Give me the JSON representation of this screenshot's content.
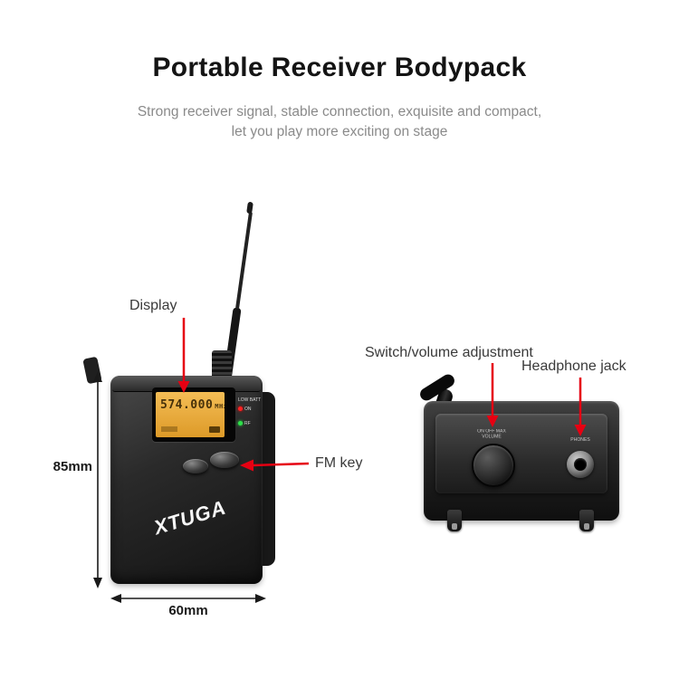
{
  "header": {
    "title": "Portable Receiver Bodypack",
    "subtitle_line1": "Strong receiver signal, stable connection, exquisite and compact,",
    "subtitle_line2": "let you play more exciting on stage"
  },
  "annotations": {
    "display_label": "Display",
    "fm_key_label": "FM key",
    "switch_volume_label": "Switch/volume adjustment",
    "headphone_jack_label": "Headphone jack"
  },
  "dimensions": {
    "height_label": "85mm",
    "width_label": "60mm"
  },
  "front_device": {
    "brand": "XTUGA",
    "lcd_frequency": "574.000",
    "lcd_unit": "MHz",
    "low_batt_label": "LOW BATT",
    "on_label": "ON",
    "rf_label": "RF"
  },
  "top_device": {
    "volume_markings_line1": "ON OFF MAX",
    "volume_markings_line2": "VOLUME",
    "phones_label": "PHONES"
  },
  "colors": {
    "arrow_red": "#e60012",
    "dimension_black": "#1a1a1a",
    "lcd_amber": "#e8a93c",
    "led_red": "#ff2222",
    "led_green": "#2ee04a"
  }
}
